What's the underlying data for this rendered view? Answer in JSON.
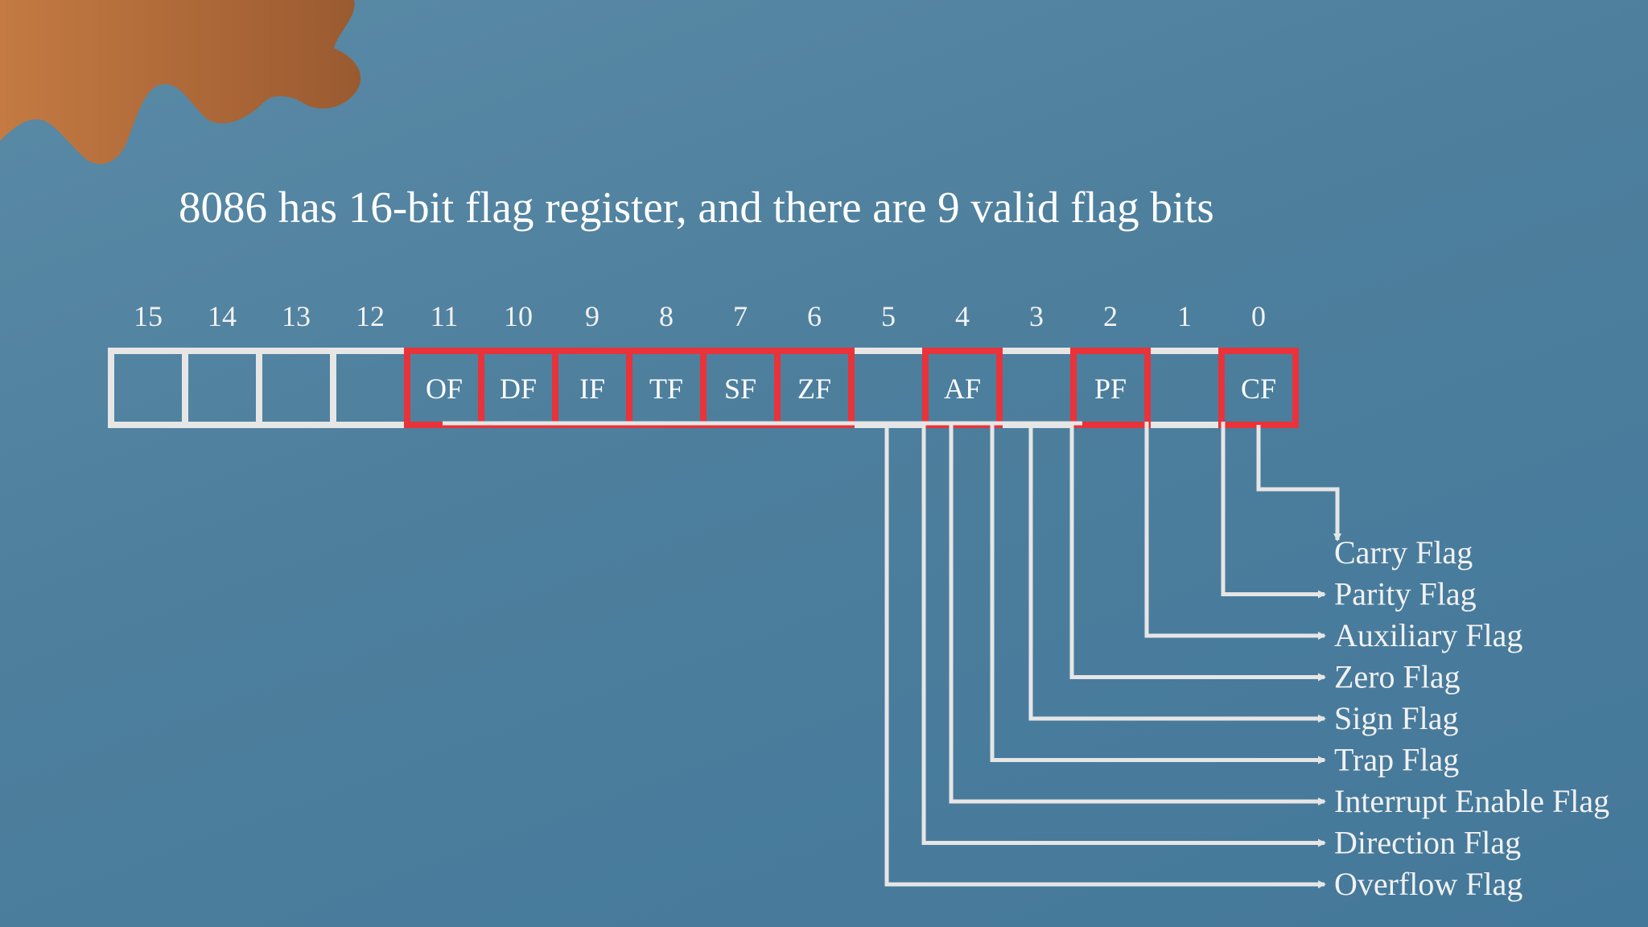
{
  "title": "8086 has 16-bit flag register, and there are 9 valid flag bits",
  "register": {
    "bit_numbers": [
      "15",
      "14",
      "13",
      "12",
      "11",
      "10",
      "9",
      "8",
      "7",
      "6",
      "5",
      "4",
      "3",
      "2",
      "1",
      "0"
    ],
    "bits": [
      {
        "bit": "15",
        "abbr": "",
        "valid": false
      },
      {
        "bit": "14",
        "abbr": "",
        "valid": false
      },
      {
        "bit": "13",
        "abbr": "",
        "valid": false
      },
      {
        "bit": "12",
        "abbr": "",
        "valid": false
      },
      {
        "bit": "11",
        "abbr": "OF",
        "valid": true
      },
      {
        "bit": "10",
        "abbr": "DF",
        "valid": true
      },
      {
        "bit": "9",
        "abbr": "IF",
        "valid": true
      },
      {
        "bit": "8",
        "abbr": "TF",
        "valid": true
      },
      {
        "bit": "7",
        "abbr": "SF",
        "valid": true
      },
      {
        "bit": "6",
        "abbr": "ZF",
        "valid": true
      },
      {
        "bit": "5",
        "abbr": "",
        "valid": false
      },
      {
        "bit": "4",
        "abbr": "AF",
        "valid": true
      },
      {
        "bit": "3",
        "abbr": "",
        "valid": false
      },
      {
        "bit": "2",
        "abbr": "PF",
        "valid": true
      },
      {
        "bit": "1",
        "abbr": "",
        "valid": false
      },
      {
        "bit": "0",
        "abbr": "CF",
        "valid": true
      }
    ]
  },
  "flag_labels": [
    "Carry Flag",
    "Parity Flag",
    "Auxiliary Flag",
    "Zero Flag",
    "Sign Flag",
    "Trap Flag",
    "Interrupt Enable Flag",
    "Direction Flag",
    "Overflow Flag"
  ],
  "colors": {
    "background": "#4d7f9d",
    "cell_border": "#e6e6e6",
    "valid_highlight": "#e8333a",
    "decoration": "#b8703e",
    "text": "#ffffff"
  }
}
